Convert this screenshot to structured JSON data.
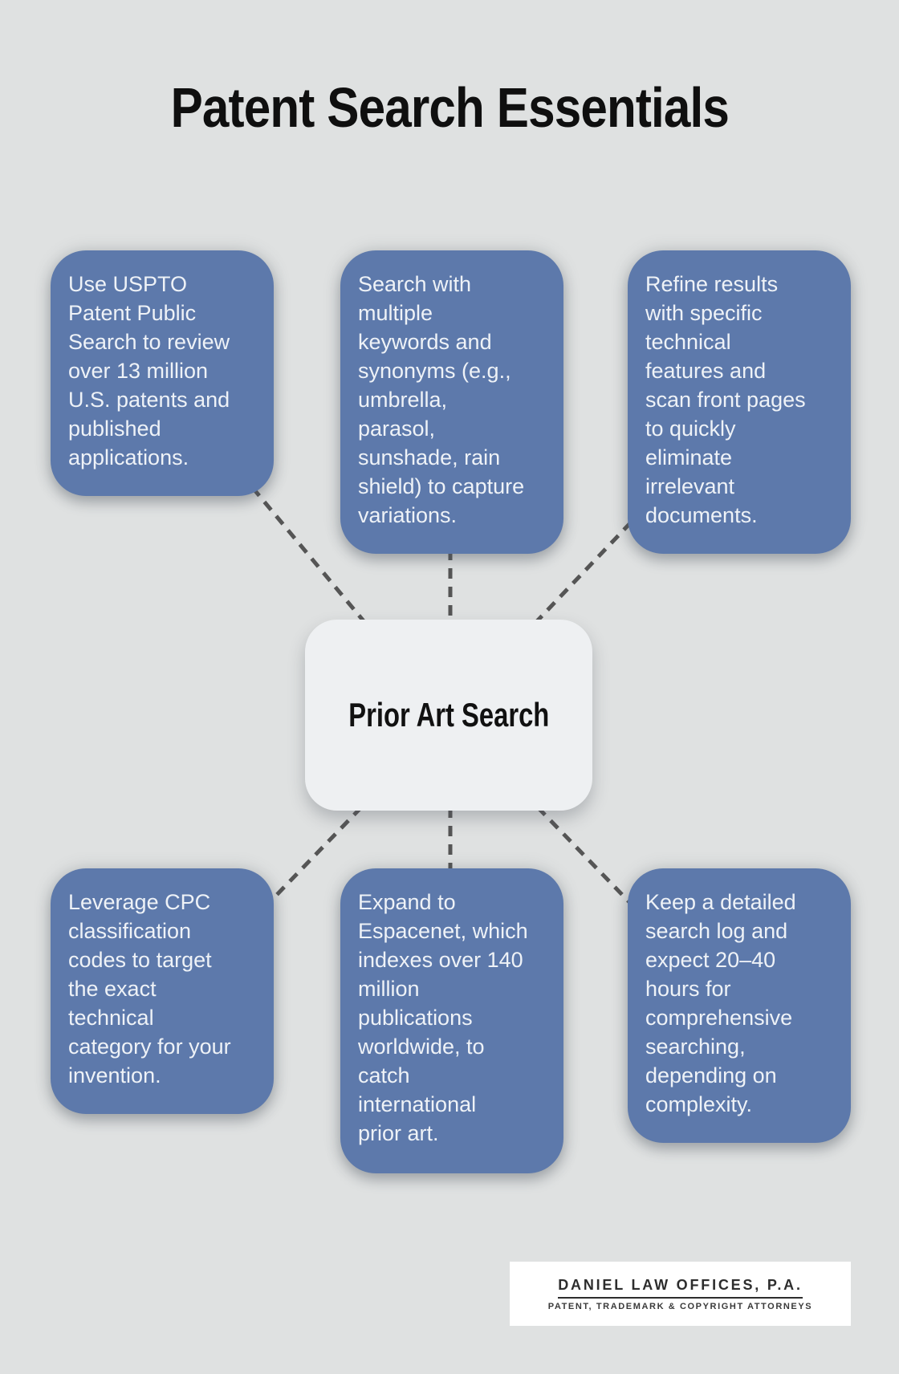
{
  "title": "Patent Search Essentials",
  "center": {
    "label": "Prior Art Search"
  },
  "nodes": [
    {
      "id": "top-left",
      "lines": [
        "Use USPTO",
        "Patent Public",
        "Search to review",
        "over 13 million",
        "U.S. patents and",
        "published",
        "applications."
      ]
    },
    {
      "id": "top-middle",
      "lines": [
        "Search with",
        "multiple",
        "keywords and",
        "synonyms (e.g.,",
        "umbrella,",
        "parasol,",
        "sunshade, rain",
        "shield) to capture",
        "variations."
      ]
    },
    {
      "id": "top-right",
      "lines": [
        "Refine results",
        "with specific",
        "technical",
        "features and",
        "scan front pages",
        "to quickly",
        "eliminate",
        "irrelevant",
        "documents."
      ]
    },
    {
      "id": "bottom-left",
      "lines": [
        "Leverage CPC",
        "classification",
        "codes to target",
        "the exact",
        "technical",
        "category for your",
        "invention."
      ]
    },
    {
      "id": "bottom-middle",
      "lines": [
        "Expand to",
        "Espacenet, which",
        "indexes over 140",
        "million",
        "publications",
        "worldwide, to",
        "catch",
        "international",
        "prior art."
      ]
    },
    {
      "id": "bottom-right",
      "lines": [
        "Keep a detailed",
        "search log and",
        "expect 20–40",
        "hours for",
        "comprehensive",
        "searching,",
        "depending on",
        "complexity."
      ]
    }
  ],
  "logo": {
    "name": "DANIEL LAW OFFICES, P.A.",
    "tagline": "PATENT, TRADEMARK & COPYRIGHT ATTORNEYS"
  },
  "colors": {
    "background": "#dfe1e1",
    "node_fill": "#5d79ab",
    "node_text": "#eef2f7",
    "center_fill": "#eef0f2",
    "center_text": "#111111",
    "connector": "#555555",
    "title_text": "#0f0f0f",
    "logo_background": "#ffffff",
    "logo_text": "#2d2d2d"
  }
}
